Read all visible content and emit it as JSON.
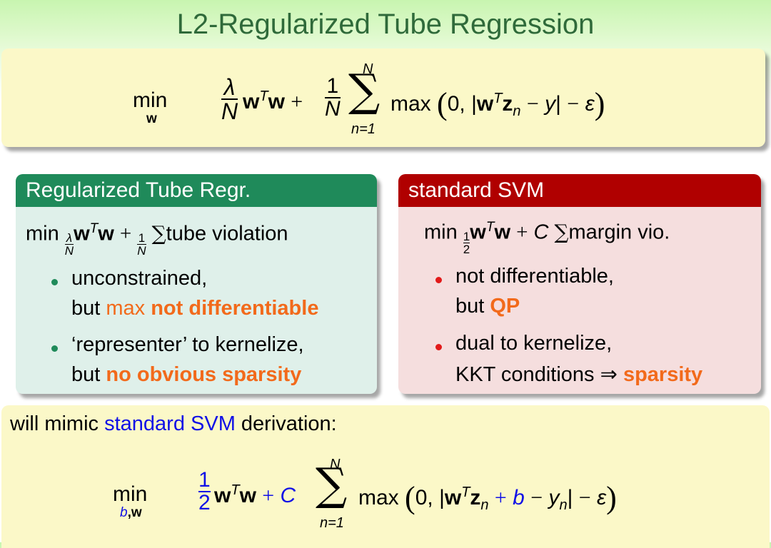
{
  "title": "L2-Regularized Tube Regression",
  "top_formula": {
    "min": "min",
    "min_sub": "w",
    "lambda": "λ",
    "N": "N",
    "one": "1",
    "sum_top": "N",
    "sum_bottom": "n=1",
    "max_text": "max",
    "open_paren": "(",
    "zero_comma": "0,",
    "bar_left": "|",
    "w": "w",
    "T": "T",
    "z": "z",
    "n": "n",
    "minus": "−",
    "plus": "+",
    "y": "y",
    "bar_right": "|",
    "eps": "ε",
    "close_paren": ")"
  },
  "left_box": {
    "header": "Regularized Tube Regr.",
    "colors": {
      "header": "#1f8a5a",
      "body": "#dff0ea"
    },
    "formula_min": "min",
    "formula_tail": "tube violation",
    "bullets": [
      {
        "line1": "unconstrained,",
        "line2_pre": "but ",
        "line2_orange": "max ",
        "line2_bold": "not differentiable"
      },
      {
        "line1": "‘representer’ to kernelize,",
        "line2_pre": "but ",
        "line2_bold": "no obvious sparsity"
      }
    ]
  },
  "right_box": {
    "header": "standard SVM",
    "colors": {
      "header": "#b00000",
      "body": "#f5dede"
    },
    "formula_min": "min",
    "formula_C": "C",
    "formula_tail": "margin vio.",
    "bullets": [
      {
        "line1": "not differentiable,",
        "line2_pre": "but ",
        "line2_bold": "QP"
      },
      {
        "line1": "dual to kernelize,",
        "line2_pre": "KKT conditions ⇒ ",
        "line2_bold": "sparsity"
      }
    ]
  },
  "bottom": {
    "intro_pre": "will mimic ",
    "intro_blue": "standard SVM",
    "intro_post": " derivation:",
    "min": "min",
    "min_sub_b": "b",
    "min_sub_w": ",w",
    "C": "C",
    "b": "b",
    "yn": "y",
    "two": "2"
  }
}
